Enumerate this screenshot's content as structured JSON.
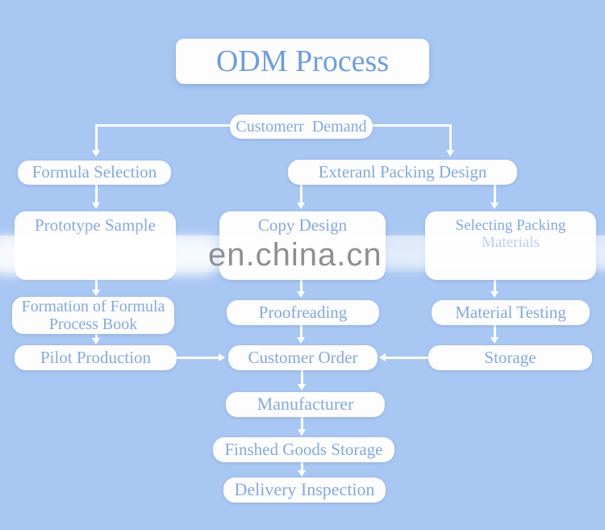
{
  "title": {
    "label": "ODM Process"
  },
  "watermark": {
    "text": "en.china.cn"
  },
  "colors": {
    "background": "#a9c7f3",
    "box_fill": "#fdfdfe",
    "node_text": "#84a9db",
    "title_text": "#6f9ed9",
    "watermark_text": "#8d8f93",
    "connector": "#ffffff"
  },
  "nodes": {
    "customer_demand": {
      "label": "Customerr  Demand"
    },
    "formula_selection": {
      "label": "Formula Selection"
    },
    "external_packing_design": {
      "label": "Exteranl Packing Design"
    },
    "prototype_sample": {
      "label": "Prototype Sample"
    },
    "copy_design": {
      "label": "Copy Design"
    },
    "selecting_packing_materials": {
      "label": "Selecting Packing Materials"
    },
    "formation_of_formula_process_book": {
      "label": "Formation of Formula Process Book"
    },
    "proofreading": {
      "label": "Proofreading"
    },
    "material_testing": {
      "label": "Material Testing"
    },
    "pilot_production": {
      "label": "Pilot Production"
    },
    "customer_order": {
      "label": "Customer Order"
    },
    "storage": {
      "label": "Storage"
    },
    "manufacturer": {
      "label": "Manufacturer"
    },
    "finished_goods_storage": {
      "label": "Finshed Goods Storage"
    },
    "delivery_inspection": {
      "label": "Delivery Inspection"
    }
  }
}
